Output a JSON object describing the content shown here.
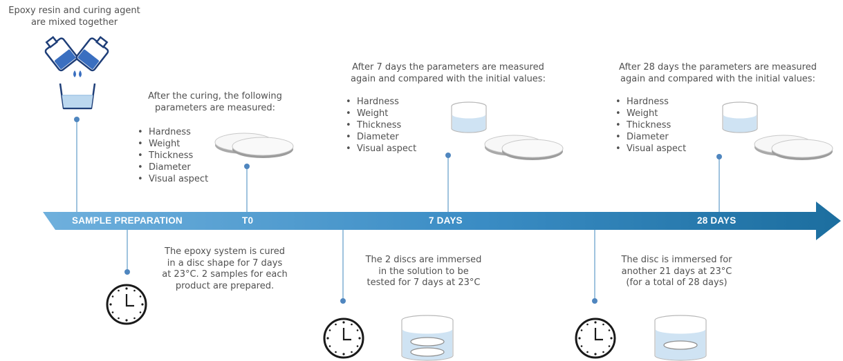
{
  "steps": {
    "mix_caption": [
      "Epoxy resin and curing agent",
      "are mixed together"
    ],
    "t0_caption": [
      "After the curing, the following",
      "parameters are measured:"
    ],
    "d7_caption": [
      "After 7 days the parameters are measured",
      "again and compared with the initial values:"
    ],
    "d28_caption": [
      "After 28 days the parameters are measured",
      "again and compared with the initial values:"
    ]
  },
  "parameters": [
    "Hardness",
    "Weight",
    "Thickness",
    "Diameter",
    "Visual aspect"
  ],
  "timeline": {
    "labels": [
      "SAMPLE PREPARATION",
      "T0",
      "7 DAYS",
      "28 DAYS"
    ],
    "colors": {
      "start": "#6fb0dd",
      "end": "#1c6e9f"
    }
  },
  "durations": {
    "cure": [
      "The epoxy system is cured",
      "in a disc shape for 7 days",
      "at 23°C. 2 samples for each",
      "product are prepared."
    ],
    "immersion_7": [
      "The 2 discs are immersed",
      "in the solution to be",
      "tested for 7 days at 23°C"
    ],
    "immersion_28": [
      "The disc is immersed for",
      "another 21 days at 23°C",
      "(for a total of 28 days)"
    ]
  },
  "icons": [
    "bottles-icon",
    "beaker-icon",
    "discs-icon",
    "jar-icon",
    "clock-icon",
    "immersed-discs-icon"
  ]
}
